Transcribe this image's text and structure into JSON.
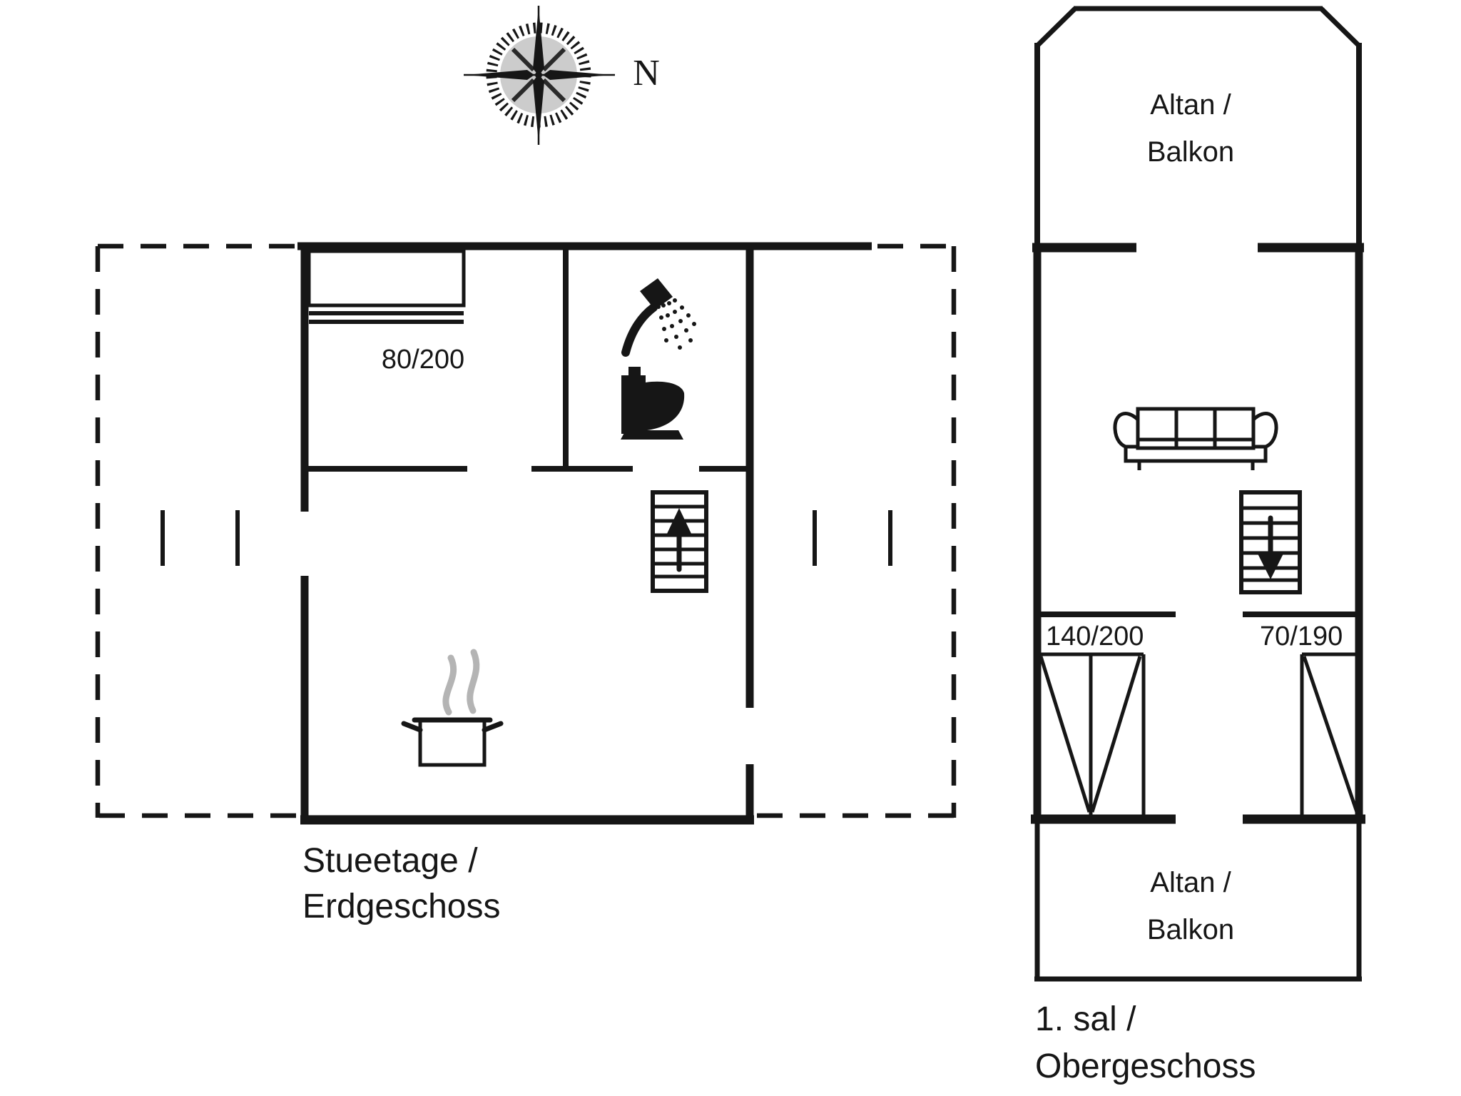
{
  "theme": {
    "line": "#161616",
    "steam": "#b4b4b4",
    "bg": "#ffffff"
  },
  "compass": {
    "north_label": "N"
  },
  "ground_floor": {
    "name_line1": "Stueetage /",
    "name_line2": "Erdgeschoss",
    "bed_dimension_label": "80/200",
    "symbols": [
      "bed-symbol",
      "shower-icon",
      "toilet-icon",
      "stairs-up-icon",
      "cooking-pot-icon",
      "steam-icon",
      "door-opening-ticks",
      "terrace-dashed-outline"
    ]
  },
  "upper_floor": {
    "name_line1": "1. sal /",
    "name_line2": "Obergeschoss",
    "balcony_top_line1": "Altan /",
    "balcony_top_line2": "Balkon",
    "balcony_bottom_line1": "Altan /",
    "balcony_bottom_line2": "Balkon",
    "double_bed_dimension_label": "140/200",
    "single_bed_dimension_label": "70/190",
    "symbols": [
      "sofa-icon",
      "stairs-down-icon",
      "double-bed-symbol",
      "single-bed-symbol"
    ]
  }
}
